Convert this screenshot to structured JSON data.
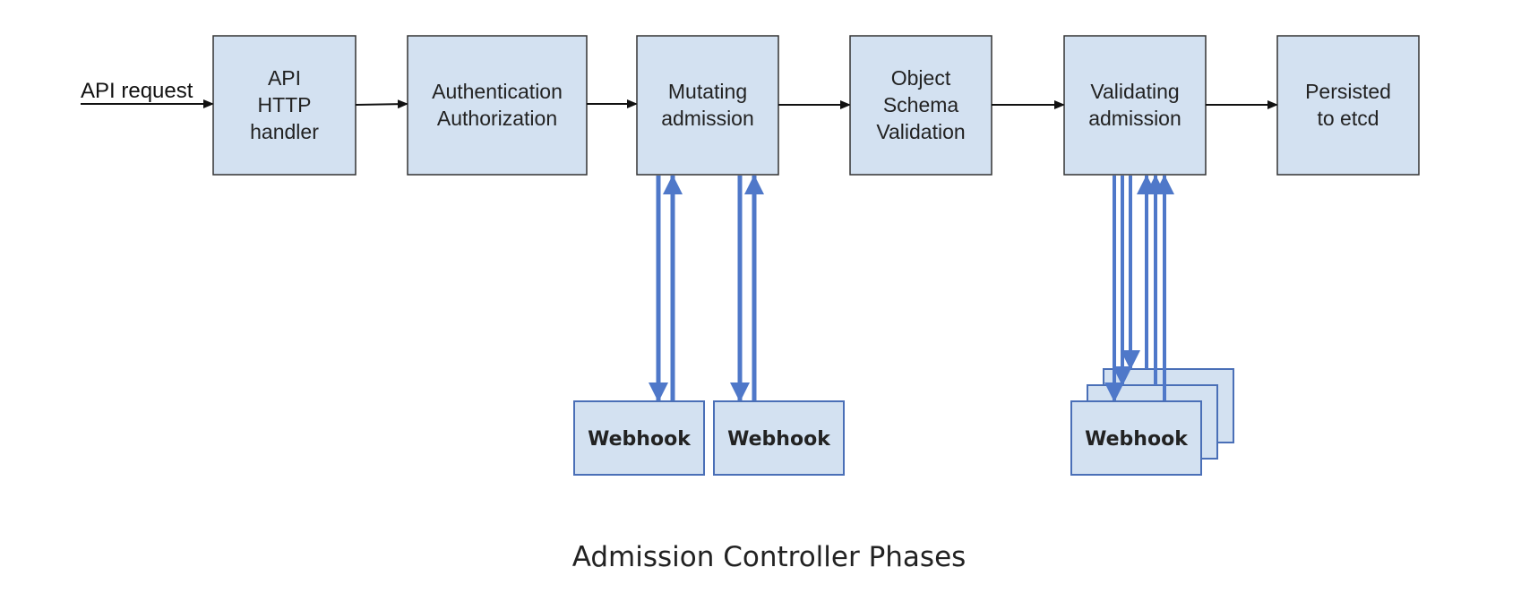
{
  "diagram": {
    "input_label": "API request",
    "stages": [
      {
        "lines": [
          "API",
          "HTTP",
          "handler"
        ]
      },
      {
        "lines": [
          "Authentication",
          "Authorization"
        ]
      },
      {
        "lines": [
          "Mutating",
          "admission"
        ]
      },
      {
        "lines": [
          "Object",
          "Schema",
          "Validation"
        ]
      },
      {
        "lines": [
          "Validating",
          "admission"
        ]
      },
      {
        "lines": [
          "Persisted",
          "to etcd"
        ]
      }
    ],
    "webhooks": {
      "mutating": [
        "Webhook",
        "Webhook"
      ],
      "validating": [
        "Webhook"
      ]
    },
    "caption": "Admission Controller Phases"
  },
  "colors": {
    "box_fill": "#d3e1f1",
    "box_stroke": "#333333",
    "webhook_stroke": "#4a6fb7",
    "webhook_arrow": "#4f78c9",
    "flow_arrow": "#111111"
  }
}
